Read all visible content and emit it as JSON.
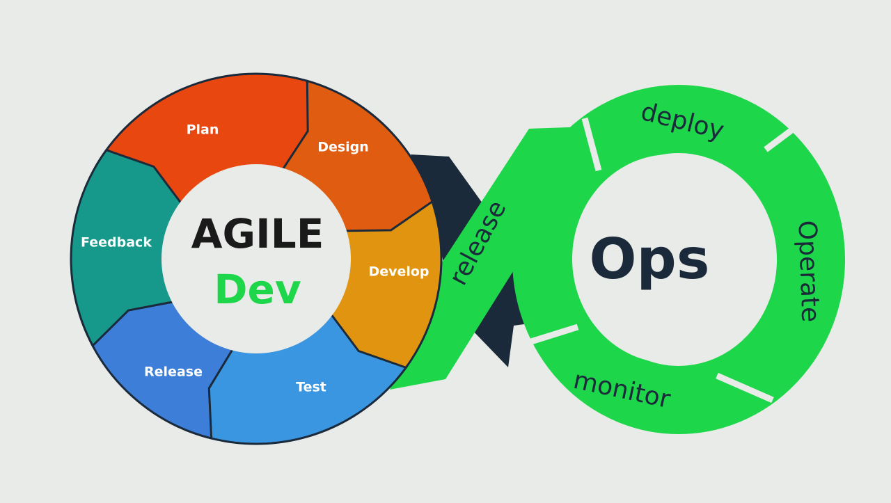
{
  "agile": {
    "title": "AGILE",
    "hidden_title": "Dev",
    "segments": [
      {
        "label": "Plan",
        "color": "#e8470f"
      },
      {
        "label": "Design",
        "color": "#e05c10"
      },
      {
        "label": "Develop",
        "color": "#e0940f"
      },
      {
        "label": "Test",
        "color": "#3a96e0"
      },
      {
        "label": "Release",
        "color": "#3d7ed8"
      },
      {
        "label": "Feedback",
        "color": "#16998a"
      }
    ]
  },
  "ops": {
    "title": "Ops",
    "steps": [
      "release",
      "deploy",
      "Operate",
      "monitor"
    ],
    "ring_color": "#1ed64a",
    "connector_color": "#1b2a3a"
  },
  "colors": {
    "background": "#e9ebe8",
    "text_dark": "#1b2a3a"
  }
}
